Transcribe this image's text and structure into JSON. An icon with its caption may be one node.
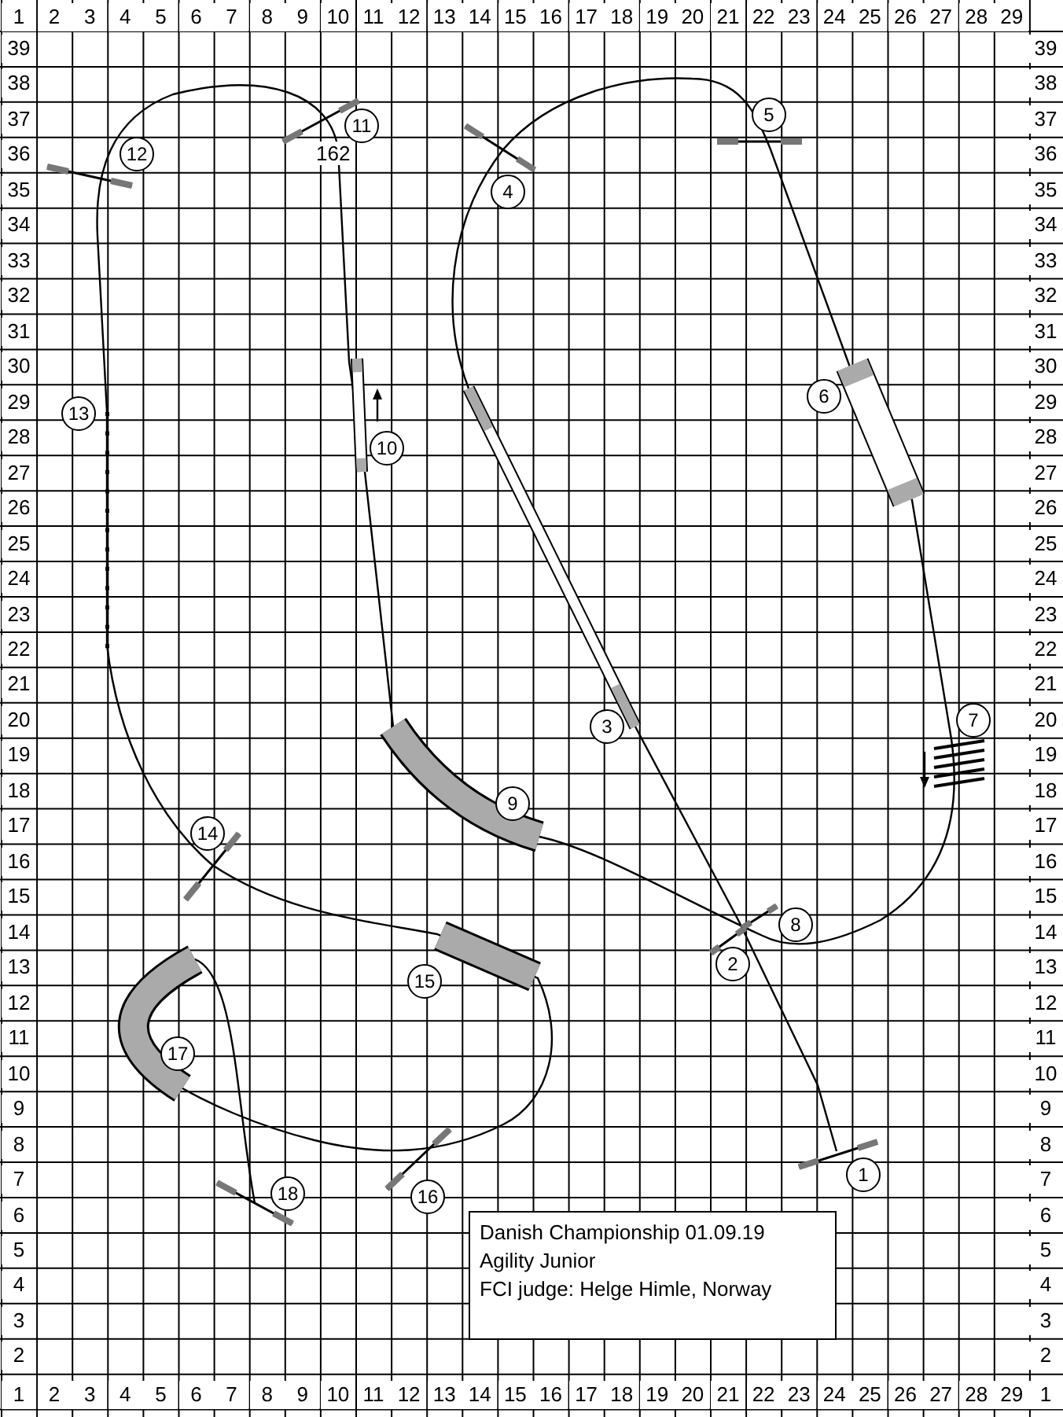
{
  "diagram": {
    "labels": [
      "1",
      "2",
      "3",
      "4",
      "5",
      "6",
      "7",
      "8",
      "9",
      "10",
      "11",
      "12",
      "13",
      "14",
      "15",
      "16",
      "17",
      "18",
      "19",
      "20",
      "21",
      "22",
      "23",
      "24",
      "25",
      "26",
      "27",
      "28",
      "29",
      "39",
      "39",
      "38",
      "38",
      "37",
      "37",
      "36",
      "36",
      "35",
      "35",
      "34",
      "34",
      "33",
      "33",
      "32",
      "32",
      "31",
      "31",
      "30",
      "30",
      "29",
      "29",
      "28",
      "28",
      "27",
      "27",
      "26",
      "26",
      "25",
      "25",
      "24",
      "24",
      "23",
      "23",
      "22",
      "22",
      "21",
      "21",
      "20",
      "20",
      "19",
      "19",
      "18",
      "18",
      "17",
      "17",
      "16",
      "16",
      "15",
      "15",
      "14",
      "14",
      "13",
      "13",
      "12",
      "12",
      "11",
      "11",
      "10",
      "10",
      "9",
      "9",
      "8",
      "8",
      "7",
      "7",
      "6",
      "6",
      "5",
      "5",
      "4",
      "4",
      "3",
      "3",
      "2",
      "2",
      "1",
      "2",
      "3",
      "4",
      "5",
      "6",
      "7",
      "8",
      "9",
      "10",
      "11",
      "12",
      "13",
      "14",
      "15",
      "16",
      "17",
      "18",
      "19",
      "20",
      "21",
      "22",
      "23",
      "24",
      "25",
      "26",
      "27",
      "28",
      "29",
      "1",
      "1",
      "2",
      "3",
      "4",
      "5",
      "6",
      "7",
      "8",
      "9",
      "10",
      "11",
      "12",
      "13",
      "14",
      "15",
      "16",
      "17",
      "18",
      "162",
      "Danish Championship 01.09.19",
      "Agility Junior",
      "FCI judge: Helge Himle, Norway"
    ]
  }
}
